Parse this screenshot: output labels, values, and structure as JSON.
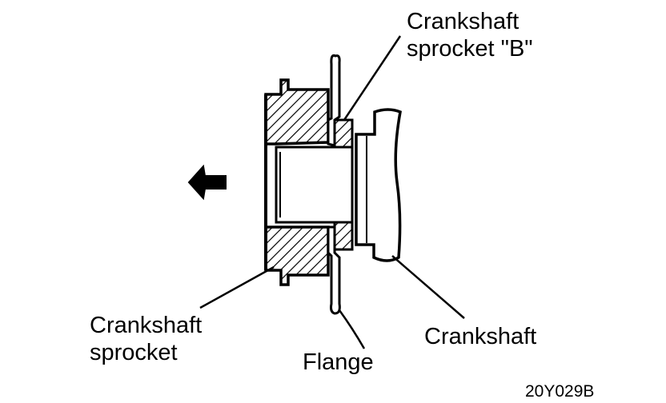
{
  "labels": {
    "sprocket_b_line1": "Crankshaft",
    "sprocket_b_line2": "sprocket \"B\"",
    "sprocket_line1": "Crankshaft",
    "sprocket_line2": "sprocket",
    "flange": "Flange",
    "crankshaft": "Crankshaft"
  },
  "figure_code": "20Y029B",
  "icons": {
    "direction": "arrow-left-icon"
  },
  "colors": {
    "ink": "#000000",
    "paper": "#ffffff"
  }
}
